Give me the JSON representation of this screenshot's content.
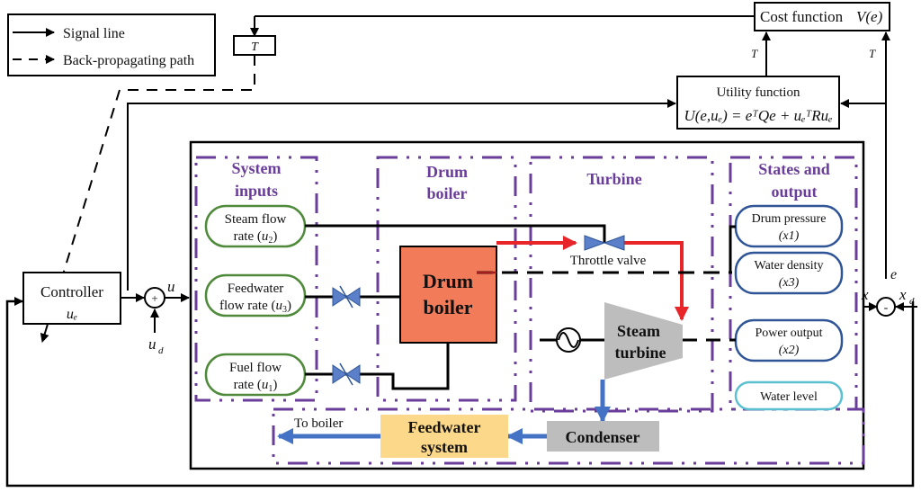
{
  "legend": {
    "signal_line": "Signal line",
    "back_propagating_path": "Back-propagating path"
  },
  "blocks": {
    "delay_T": "T",
    "cost_function": {
      "label": "Cost function",
      "formula": "V(e)"
    },
    "utility_function": {
      "label": "Utility function",
      "formula": "U(e,uₑ) = eᵀQe + uₑᵀRuₑ"
    },
    "controller": {
      "label": "Controller",
      "output": "uₑ"
    },
    "sum_plus": "+",
    "sum_minus": "-",
    "disturbance": "u",
    "disturbance_sub": "d",
    "u_label": "u",
    "x_label": "x",
    "xd_label": "x",
    "xd_sub": "d",
    "e_label": "e",
    "t_switch_1": "T",
    "t_switch_2": "T"
  },
  "sections": {
    "system_inputs": [
      "System",
      "inputs"
    ],
    "drum_boiler": [
      "Drum",
      "boiler"
    ],
    "turbine": [
      "Turbine"
    ],
    "states_output": [
      "States and",
      "output"
    ]
  },
  "inputs": [
    {
      "line1": "Steam flow",
      "line2": "rate (",
      "var": "u",
      "sub": "2",
      "close": ")"
    },
    {
      "line1": "Feedwater",
      "line2": "flow rate (",
      "var": "u",
      "sub": "3",
      "close": ")"
    },
    {
      "line1": "Fuel flow",
      "line2": "rate (",
      "var": "u",
      "sub": "1",
      "close": ")"
    }
  ],
  "outputs": [
    {
      "line1": "Drum pressure",
      "line2": "(x1)"
    },
    {
      "line1": "Water density",
      "line2": "(x3)"
    },
    {
      "line1": "Power output",
      "line2": "(x2)"
    },
    {
      "line1": "Water level",
      "line2": ""
    }
  ],
  "components": {
    "drum_boiler": [
      "Drum",
      "boiler"
    ],
    "throttle_valve": "Throttle valve",
    "steam_turbine": [
      "Steam",
      "turbine"
    ],
    "condenser": "Condenser",
    "feedwater_system": [
      "Feedwater",
      "system"
    ],
    "to_boiler": "To boiler"
  },
  "colors": {
    "section_border": "#6a3d9a",
    "input_border": "#4e8a3a",
    "output_border": "#2f5597",
    "water_level_border": "#5bc0d0",
    "boiler_fill": "#f27b5a",
    "turbine_fill": "#bdbdbd",
    "condenser_fill": "#bdbdbd",
    "feedwater_fill": "#fcd98a",
    "steam_red": "#e8262a",
    "water_blue": "#4472c4",
    "valve_blue": "#5b7fc9"
  }
}
